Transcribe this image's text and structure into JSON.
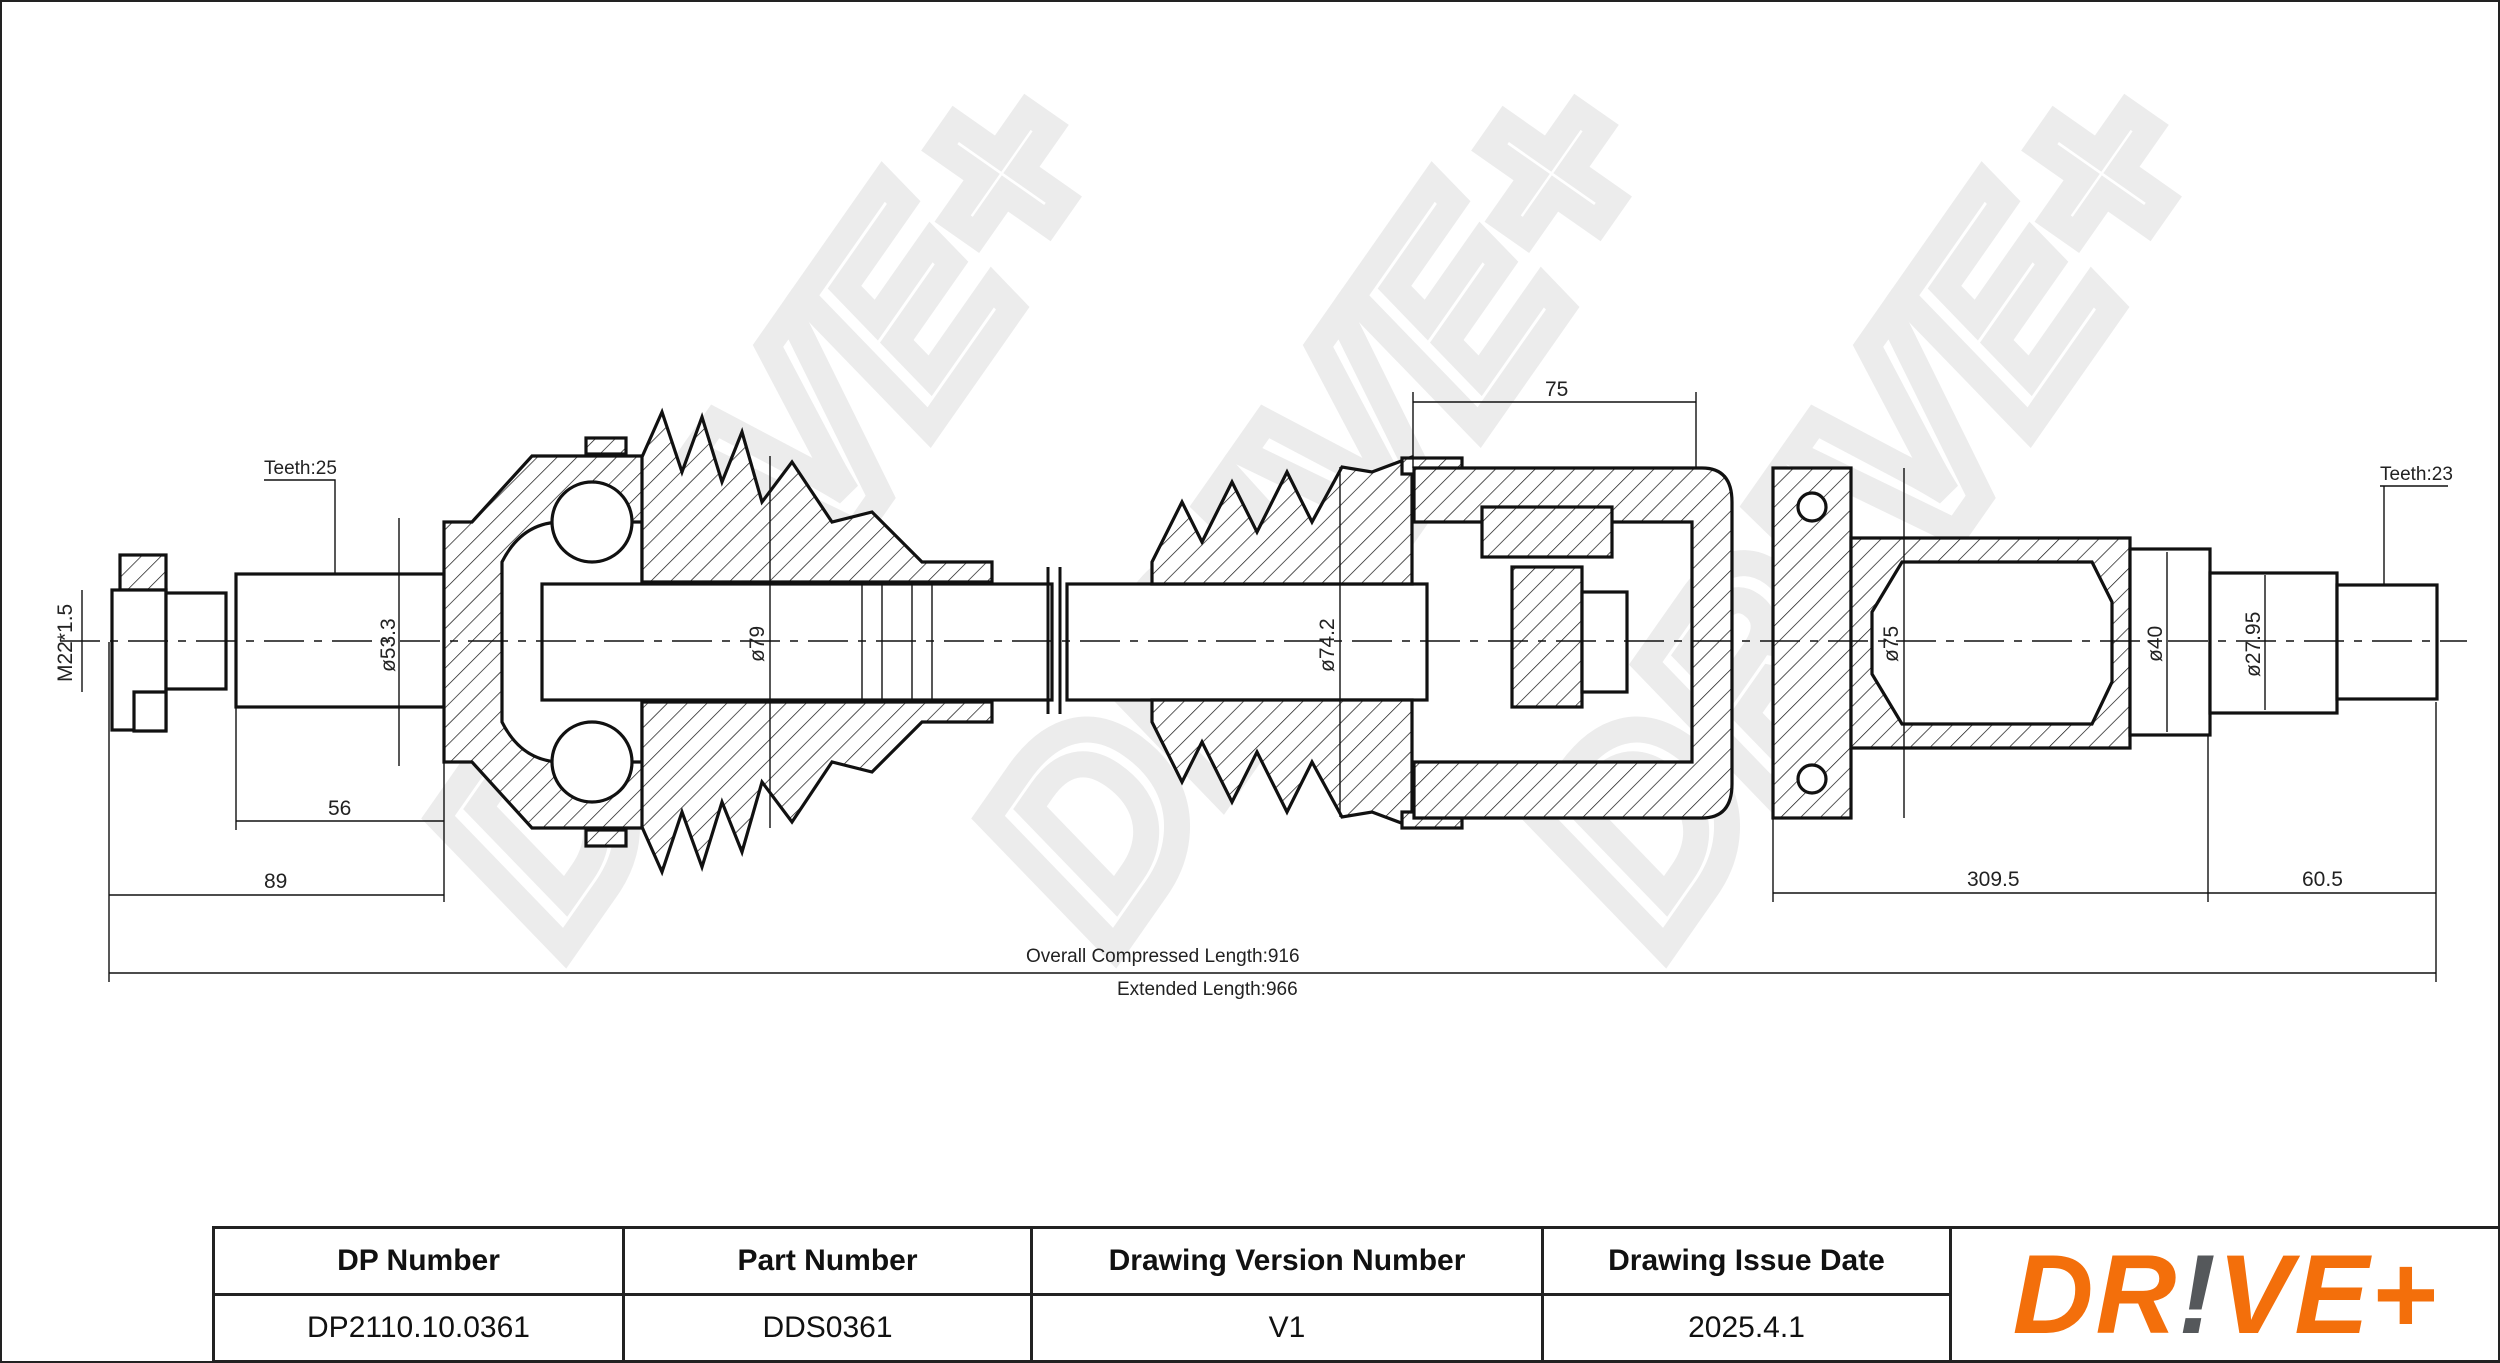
{
  "drawing": {
    "watermark": "DR!VE+",
    "labels": {
      "teeth_left": "Teeth:25",
      "teeth_right": "Teeth:23",
      "thread": "M22*1.5",
      "dia_53": "ø53.3",
      "dia_79": "ø79",
      "dia_74": "ø74.2",
      "dia_75": "ø75",
      "dia_40": "ø40",
      "dia_27": "ø27.95"
    },
    "dimensions": {
      "d56": "56",
      "d89": "89",
      "d75": "75",
      "d309": "309.5",
      "d60": "60.5",
      "overall": "Overall Compressed Length:916",
      "extended": "Extended Length:966"
    }
  },
  "table": {
    "headers": [
      "DP Number",
      "Part Number",
      "Drawing Version Number",
      "Drawing Issue Date"
    ],
    "values": [
      "DP2110.10.0361",
      "DDS0361",
      "V1",
      "2025.4.1"
    ]
  },
  "logo": {
    "text_a": "DR",
    "text_bang": "!",
    "text_b": "VE+",
    "primary_color": "#f36f0b",
    "secondary_color": "#55585b"
  }
}
